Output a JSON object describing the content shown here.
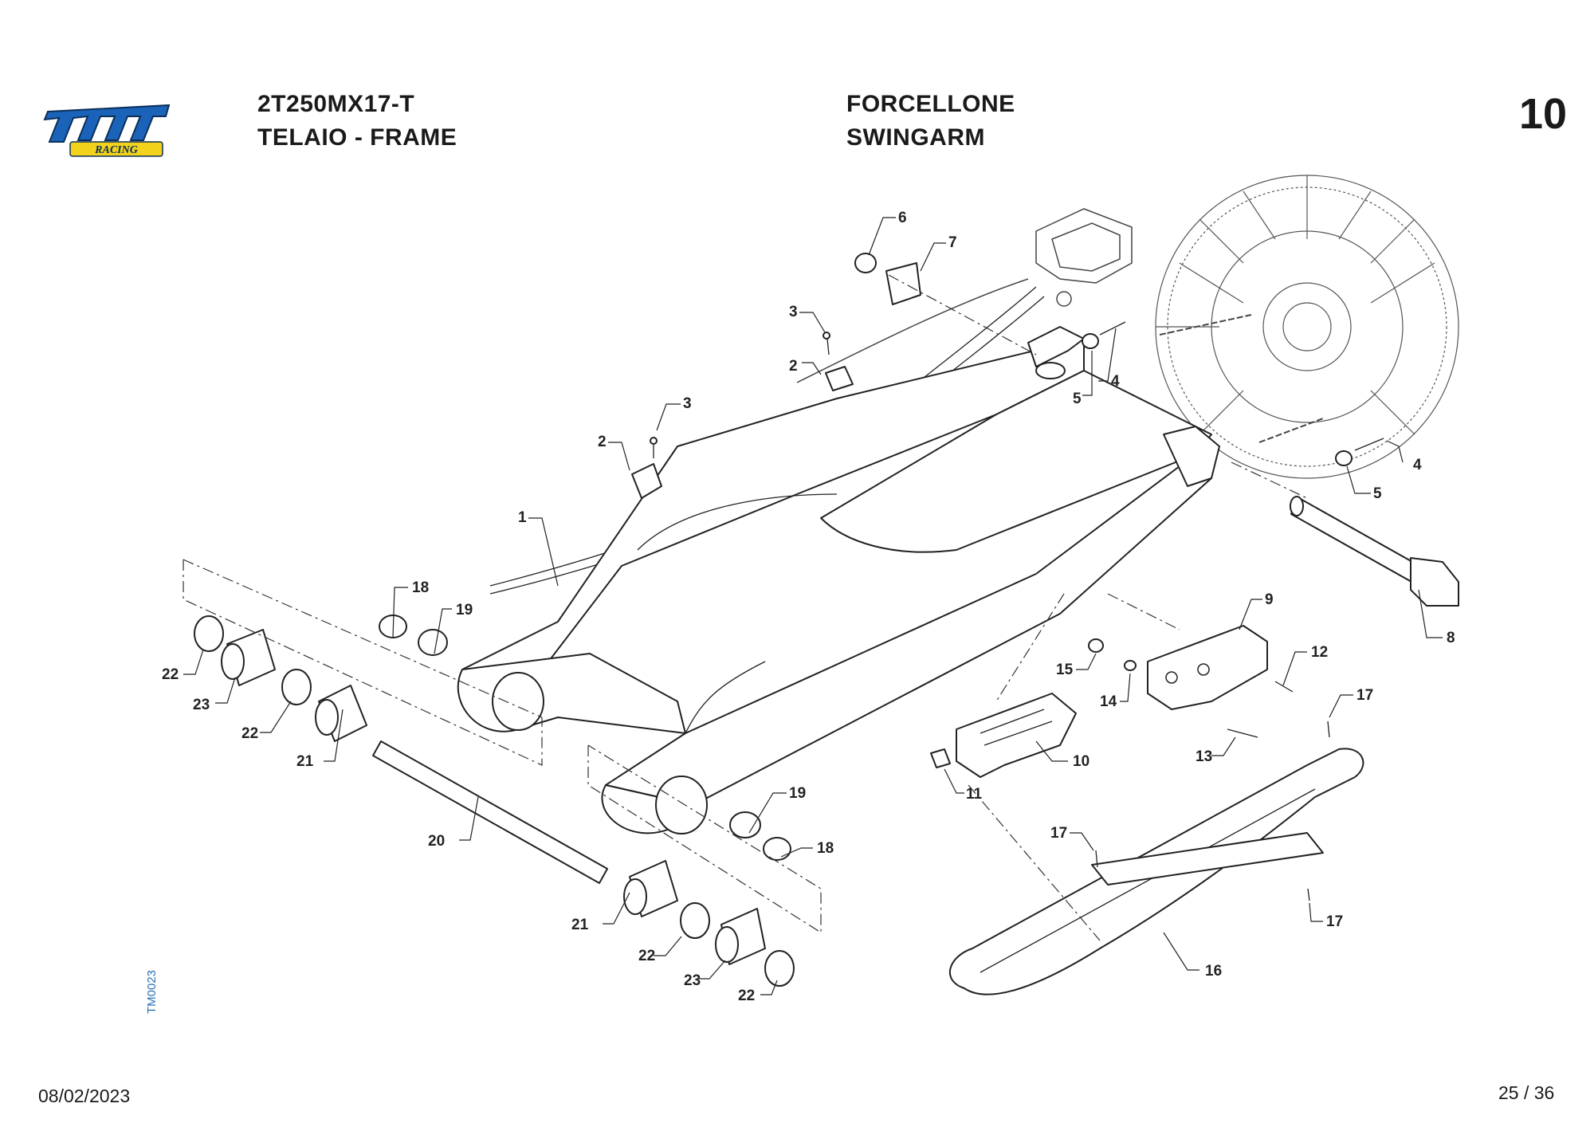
{
  "brand": {
    "logo_text": "tm",
    "logo_subtext": "RACING",
    "primary_color": "#1a63b8",
    "accent_color": "#f2d21b"
  },
  "header": {
    "model": "2T250MX17-T",
    "section": "TELAIO - FRAME",
    "title_it": "FORCELLONE",
    "title_en": "SWINGARM",
    "page_number": "10"
  },
  "drawing_code": "TM0023",
  "footer": {
    "date": "08/02/2023",
    "page": "25 / 36"
  },
  "callouts": [
    "1",
    "2",
    "2",
    "3",
    "3",
    "4",
    "4",
    "5",
    "5",
    "6",
    "7",
    "8",
    "9",
    "10",
    "11",
    "12",
    "13",
    "14",
    "15",
    "16",
    "17",
    "17",
    "17",
    "18",
    "18",
    "19",
    "19",
    "20",
    "21",
    "21",
    "22",
    "22",
    "22",
    "22",
    "23",
    "23"
  ]
}
